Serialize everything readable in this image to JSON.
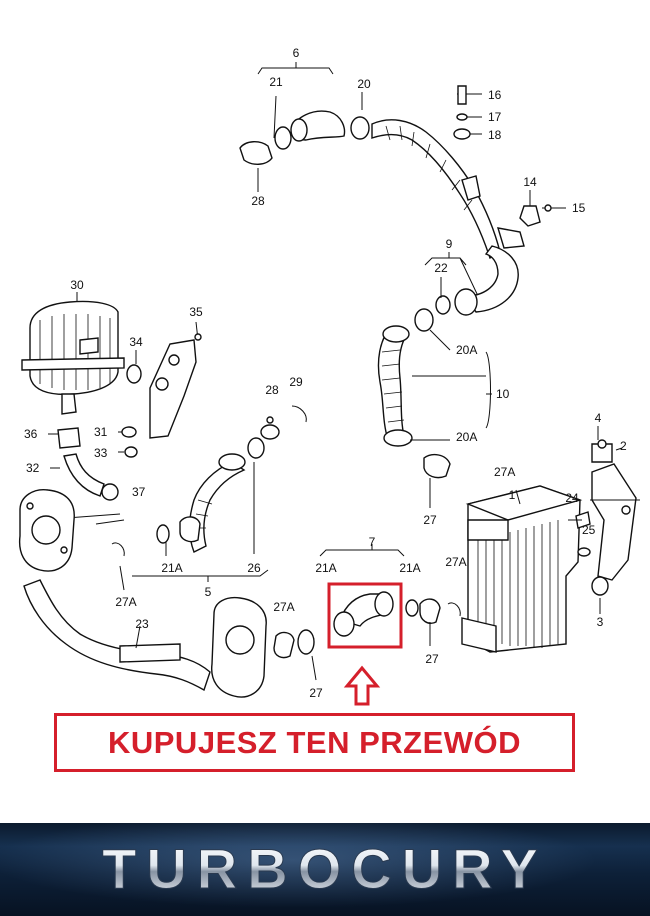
{
  "diagram": {
    "labels": [
      {
        "id": "6",
        "text": "6"
      },
      {
        "id": "21-top",
        "text": "21"
      },
      {
        "id": "20",
        "text": "20"
      },
      {
        "id": "16",
        "text": "16"
      },
      {
        "id": "17",
        "text": "17"
      },
      {
        "id": "18",
        "text": "18"
      },
      {
        "id": "28-top",
        "text": "28"
      },
      {
        "id": "14",
        "text": "14"
      },
      {
        "id": "15",
        "text": "15"
      },
      {
        "id": "9",
        "text": "9"
      },
      {
        "id": "22",
        "text": "22"
      },
      {
        "id": "30",
        "text": "30"
      },
      {
        "id": "35",
        "text": "35"
      },
      {
        "id": "34",
        "text": "34"
      },
      {
        "id": "20A-upper",
        "text": "20A"
      },
      {
        "id": "10",
        "text": "10"
      },
      {
        "id": "20A-lower",
        "text": "20A"
      },
      {
        "id": "28-mid",
        "text": "28"
      },
      {
        "id": "29",
        "text": "29"
      },
      {
        "id": "36",
        "text": "36"
      },
      {
        "id": "31",
        "text": "31"
      },
      {
        "id": "33",
        "text": "33"
      },
      {
        "id": "4",
        "text": "4"
      },
      {
        "id": "2",
        "text": "2"
      },
      {
        "id": "32",
        "text": "32"
      },
      {
        "id": "37",
        "text": "37"
      },
      {
        "id": "27A-right",
        "text": "27A"
      },
      {
        "id": "1",
        "text": "1"
      },
      {
        "id": "24",
        "text": "24"
      },
      {
        "id": "27-mid",
        "text": "27"
      },
      {
        "id": "25",
        "text": "25"
      },
      {
        "id": "21A-left",
        "text": "21A"
      },
      {
        "id": "26",
        "text": "26"
      },
      {
        "id": "5",
        "text": "5"
      },
      {
        "id": "7",
        "text": "7"
      },
      {
        "id": "21A-c1",
        "text": "21A"
      },
      {
        "id": "21A-c2",
        "text": "21A"
      },
      {
        "id": "27A-c",
        "text": "27A"
      },
      {
        "id": "27A-left",
        "text": "27A"
      },
      {
        "id": "3",
        "text": "3"
      },
      {
        "id": "27A-bottom",
        "text": "27A"
      },
      {
        "id": "23",
        "text": "23"
      },
      {
        "id": "27-bottom-right",
        "text": "27"
      },
      {
        "id": "27-bottom",
        "text": "27"
      }
    ]
  },
  "notice": {
    "text": "KUPUJESZ TEN PRZEWÓD"
  },
  "banner": {
    "logo_text": "TURBOCURY"
  },
  "colors": {
    "accent": "#d51f2b",
    "banner_bg": "#0d2038"
  }
}
